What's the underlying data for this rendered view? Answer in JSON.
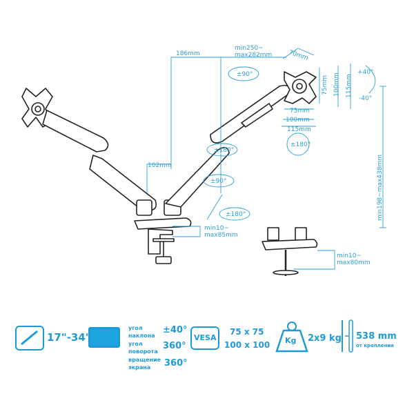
{
  "accent_color": "#1e9ad6",
  "dimensions": {
    "arm_offset": "186mm",
    "plate_reach": "min250~\nmax282mm",
    "plate_reach_line1": "min250~",
    "plate_reach_line2": "max282mm",
    "plate_depth": "70mm",
    "vesa_h_75": "75mm",
    "vesa_h_100": "100mm",
    "vesa_h_115": "115mm",
    "vesa_w_75": "75mm",
    "vesa_w_100": "100mm",
    "vesa_w_115": "115mm",
    "tilt_up": "+40°",
    "tilt_down": "-40°",
    "height_range": "min198~max438mm",
    "pole_offset": "102mm",
    "clamp_line1": "min10~",
    "clamp_line2": "max85mm",
    "grommet_line1": "min10~",
    "grommet_line2": "max80mm",
    "rot_plate": "±90°",
    "rot_elbow": "±180°",
    "rot_screen": "±180°",
    "rot_base_90": "±90°",
    "rot_base_180": "±180°"
  },
  "specs": {
    "screen_size": "17\"-34\"",
    "tilt_label": "угол наклона",
    "tilt_value": "±40°",
    "swivel_label": "угол поворота",
    "swivel_value": "360°",
    "rotation_label": "вращение экрана",
    "rotation_value": "360°",
    "vesa_badge": "VESA",
    "vesa_line1": "75 x 75",
    "vesa_line2": "100 x 100",
    "weight_badge": "Kg",
    "weight_value": "2x9 kg",
    "reach_value": "538 mm",
    "reach_label": "от крепления"
  }
}
